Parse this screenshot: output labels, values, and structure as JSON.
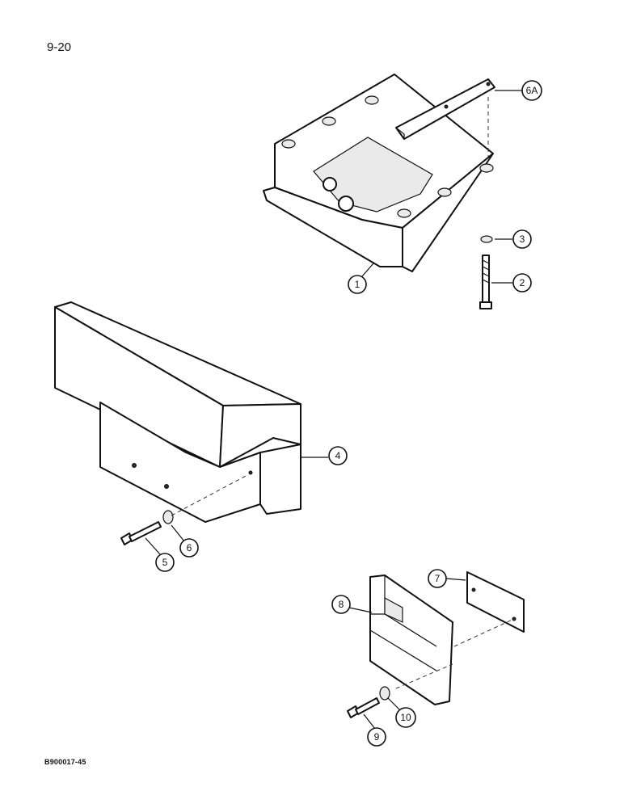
{
  "page": {
    "number": "9-20",
    "code": "B900017-45"
  },
  "callouts": {
    "c1": "1",
    "c2": "2",
    "c3": "3",
    "c4": "4",
    "c5": "5",
    "c6": "6",
    "c6a": "6A",
    "c7": "7",
    "c8": "8",
    "c9": "9",
    "c10": "10"
  }
}
